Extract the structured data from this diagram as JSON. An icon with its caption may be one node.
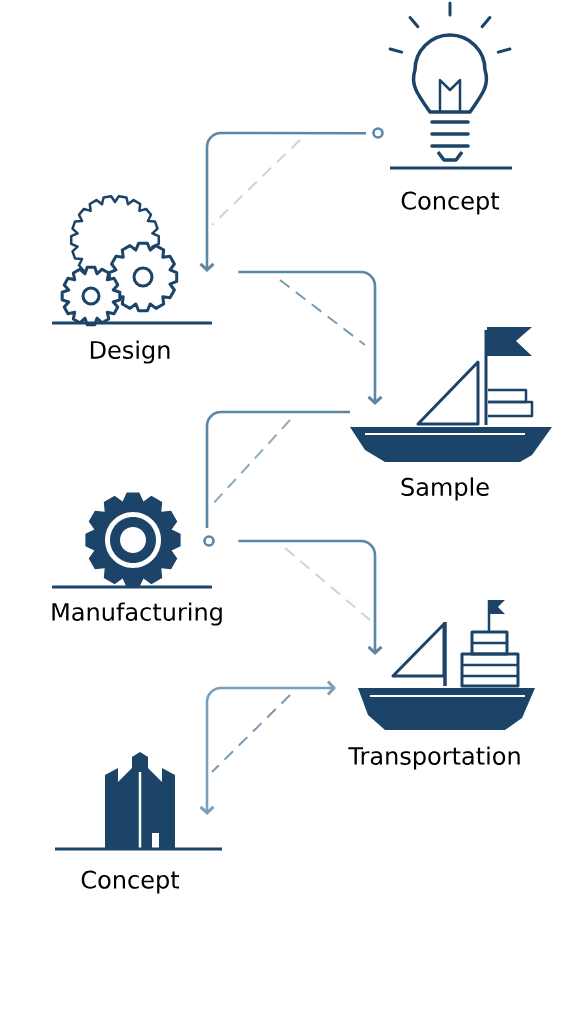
{
  "diagram": {
    "nodes": [
      {
        "text": [
          "Concept"
        ]
      },
      {
        "text": [
          "Design"
        ]
      },
      {
        "text": [
          "Sample"
        ]
      },
      {
        "text": [
          "Manufacturing"
        ]
      },
      {
        "text": [
          "Transportation"
        ]
      },
      {
        "text": [
          "Concept"
        ]
      }
    ],
    "edges": [
      {
        "from": 0,
        "to": 1,
        "arrow": "to"
      },
      {
        "from": 1,
        "to": 2,
        "arrow": "to"
      },
      {
        "from": 2,
        "to": 3,
        "arrow": "none"
      },
      {
        "from": 3,
        "to": 4,
        "arrow": "to"
      },
      {
        "from": 5,
        "to": 4,
        "arrow": "both",
        "color": "#7a9fbc"
      }
    ]
  }
}
